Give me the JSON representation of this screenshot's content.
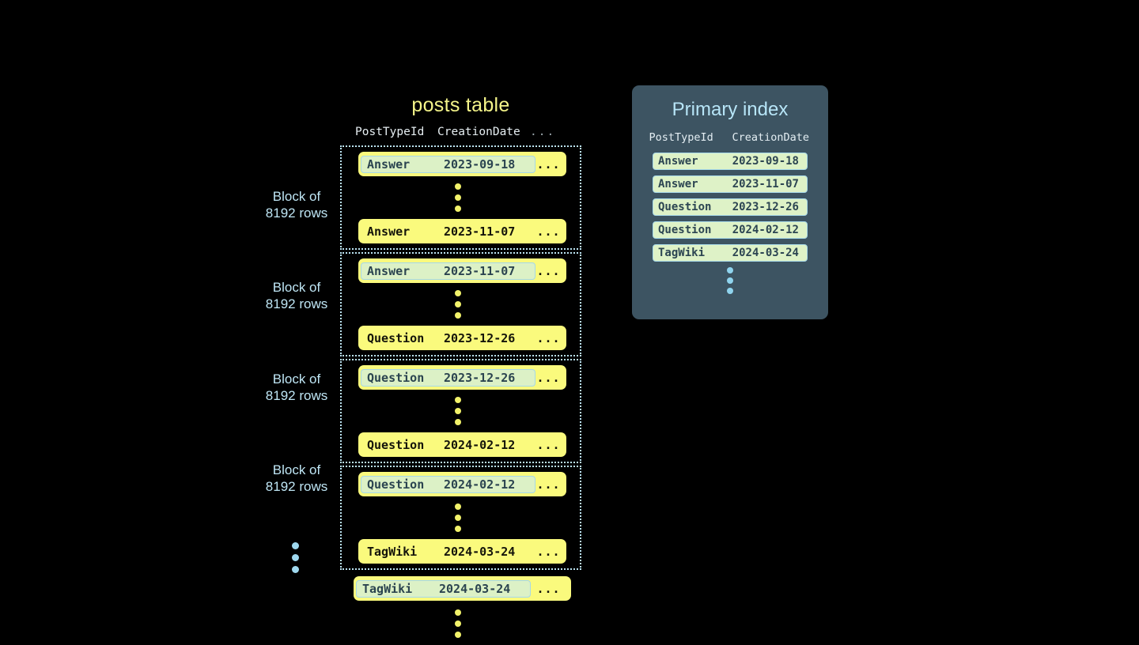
{
  "posts_table": {
    "title": "posts table",
    "columns": [
      "PostTypeId",
      "CreationDate",
      "..."
    ],
    "ellipsis_cell": "...",
    "blocks": [
      {
        "label_line1": "Block of",
        "label_line2": "8192 rows",
        "first_row": {
          "type": "Answer",
          "date": "2023-09-18",
          "highlighted": true
        },
        "last_row": {
          "type": "Answer",
          "date": "2023-11-07",
          "highlighted": false
        }
      },
      {
        "label_line1": "Block of",
        "label_line2": "8192 rows",
        "first_row": {
          "type": "Answer",
          "date": "2023-11-07",
          "highlighted": true
        },
        "last_row": {
          "type": "Question",
          "date": "2023-12-26",
          "highlighted": false
        }
      },
      {
        "label_line1": "Block of",
        "label_line2": "8192 rows",
        "first_row": {
          "type": "Question",
          "date": "2023-12-26",
          "highlighted": true
        },
        "last_row": {
          "type": "Question",
          "date": "2024-02-12",
          "highlighted": false
        }
      },
      {
        "label_line1": "Block of",
        "label_line2": "8192 rows",
        "first_row": {
          "type": "Question",
          "date": "2024-02-12",
          "highlighted": true
        },
        "last_row": {
          "type": "TagWiki",
          "date": "2024-03-24",
          "highlighted": false
        }
      }
    ],
    "trailing_row": {
      "type": "TagWiki",
      "date": "2024-03-24",
      "highlighted": true
    }
  },
  "primary_index": {
    "title": "Primary index",
    "columns": [
      "PostTypeId",
      "CreationDate"
    ],
    "rows": [
      {
        "type": "Answer",
        "date": "2023-09-18"
      },
      {
        "type": "Answer",
        "date": "2023-11-07"
      },
      {
        "type": "Question",
        "date": "2023-12-26"
      },
      {
        "type": "Question",
        "date": "2024-02-12"
      },
      {
        "type": "TagWiki",
        "date": "2024-03-24"
      }
    ]
  },
  "colors": {
    "background": "#000000",
    "row_yellow": "#FAFA7D",
    "highlight_green": "#DCF1C6",
    "accent_blue": "#BCE4F2",
    "panel_slate": "#3D5462",
    "title_yellow": "#F5F58A"
  }
}
